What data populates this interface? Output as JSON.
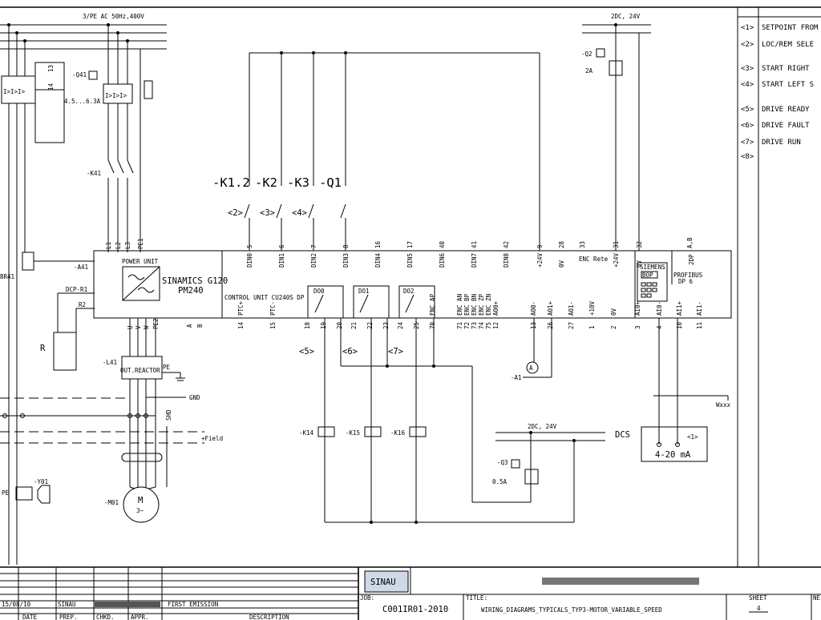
{
  "supply": {
    "main": "3/PE AC 50Hz,400V",
    "dc_top": "2DC, 24V",
    "dc_low": "2DC, 24V"
  },
  "legend": [
    {
      "ref": "<1>",
      "text": "SETPOINT FROM"
    },
    {
      "ref": "<2>",
      "text": "LOC/REM SELE"
    },
    {
      "ref": "<3>",
      "text": "START RIGHT"
    },
    {
      "ref": "<4>",
      "text": "START LEFT S"
    },
    {
      "ref": "<5>",
      "text": "DRIVE READY"
    },
    {
      "ref": "<6>",
      "text": "DRIVE FAULT"
    },
    {
      "ref": "<7>",
      "text": "DRIVE RUN"
    },
    {
      "ref": "<8>",
      "text": ""
    }
  ],
  "components": {
    "q41": "-Q41",
    "q41_range": "4.5...6.3A",
    "q2": "-Q2",
    "q2_rating": "2A",
    "q3": "-Q3",
    "q3_rating": "0.5A",
    "k41": "-K41",
    "a41": "-A41",
    "br41": "BR41",
    "dcp_r1": "DCP-R1",
    "r2": "R2",
    "r": "R",
    "l41": "-L41",
    "out_reactor": "OUT.REACTOR",
    "pe": "PE",
    "gnd": "GND",
    "field": "+Field",
    "shd": "SHD",
    "y01": "-Y01",
    "pe_brake": "PE",
    "m01": "-M01",
    "motor": "M",
    "motor_sub": "3~",
    "a1": "-A1",
    "ammeter": "A",
    "k14": "-K14",
    "k15": "-K15",
    "k16": "-K16",
    "dcs": "DCS",
    "dcs_ref": "<1>",
    "dcs_range": "4-20 mA",
    "wxxx": "Wxxx"
  },
  "switches": [
    {
      "tag": "-K1.2",
      "ref": "<2>"
    },
    {
      "tag": "-K2",
      "ref": "<3>"
    },
    {
      "tag": "-K3",
      "ref": "<4>"
    },
    {
      "tag": "-Q1",
      "ref": ""
    }
  ],
  "drive": {
    "power_unit": "POWER UNIT",
    "model": "SINAMICS G120",
    "pm": "PM240",
    "control_unit": "CONTROL UNIT CU240S DP",
    "bop_brand": "SIEMENS",
    "bop": "BOP",
    "profibus": "PROFIBUS",
    "profibus_port": "DP 6",
    "dp_label": "2DP",
    "do0": "DO0",
    "do1": "DO1",
    "do2": "DO2",
    "pins_top": [
      {
        "num": "5",
        "name": "DIN0"
      },
      {
        "num": "6",
        "name": "DIN1"
      },
      {
        "num": "7",
        "name": "DIN2"
      },
      {
        "num": "8",
        "name": "DIN3"
      },
      {
        "num": "16",
        "name": "DIN4"
      },
      {
        "num": "17",
        "name": "DIN5"
      },
      {
        "num": "40",
        "name": "DIN6"
      },
      {
        "num": "41",
        "name": "DIN7"
      },
      {
        "num": "42",
        "name": "DIN8"
      },
      {
        "num": "9",
        "name": "+24V"
      },
      {
        "num": "28",
        "name": "0V"
      },
      {
        "num": "33",
        "name": "ENC Rete"
      },
      {
        "num": "31",
        "name": "+24V"
      },
      {
        "num": "32",
        "name": "0V"
      },
      {
        "num": "A,B",
        "name": ""
      }
    ],
    "pins_power_top": [
      "L1",
      "L2",
      "L3",
      "PE1"
    ],
    "pins_power_bot": [
      "U",
      "V",
      "W",
      "PE2"
    ],
    "pins_br": [
      "A",
      "B"
    ],
    "pins_bottom": [
      {
        "num": "14",
        "name": "PTC+"
      },
      {
        "num": "15",
        "name": "PTC-"
      },
      {
        "num": "18",
        "name": ""
      },
      {
        "num": "19",
        "name": ""
      },
      {
        "num": "20",
        "name": ""
      },
      {
        "num": "21",
        "name": ""
      },
      {
        "num": "22",
        "name": ""
      },
      {
        "num": "23",
        "name": ""
      },
      {
        "num": "24",
        "name": ""
      },
      {
        "num": "25",
        "name": ""
      },
      {
        "num": "70",
        "name": "ENC AP"
      },
      {
        "num": "71",
        "name": "ENC AN"
      },
      {
        "num": "72",
        "name": "ENC BP"
      },
      {
        "num": "73",
        "name": "ENC BN"
      },
      {
        "num": "74",
        "name": "ENC ZP"
      },
      {
        "num": "75",
        "name": "ENC ZN"
      },
      {
        "num": "12",
        "name": "AO0+"
      },
      {
        "num": "13",
        "name": "AO0-"
      },
      {
        "num": "26",
        "name": "AO1+"
      },
      {
        "num": "27",
        "name": "AO1-"
      },
      {
        "num": "1",
        "name": "+10V"
      },
      {
        "num": "2",
        "name": "0V"
      },
      {
        "num": "3",
        "name": "AI0+"
      },
      {
        "num": "4",
        "name": "AI0-"
      },
      {
        "num": "10",
        "name": "AI1+"
      },
      {
        "num": "11",
        "name": "AI1-"
      }
    ],
    "relay_refs": [
      "<5>",
      "<6>",
      "<7>"
    ]
  },
  "title_block": {
    "rev": "15/08/10",
    "prep_by": "SINAU",
    "cols": {
      "date": "DATE",
      "prep": "PREP.",
      "chkd": "CHKD.",
      "appr": "APPR.",
      "desc": "DESCRIPTION"
    },
    "emission": "FIRST_EMISSION",
    "logo": "SINAU",
    "job_label": "JOB:",
    "job": "C001IR01-2010",
    "title_label": "TITLE:",
    "title": "WIRING_DIAGRAMS_TYPICALS_TYP3-MOTOR_VARIABLE_SPEED",
    "sheet_label": "SHEET",
    "sheet": "4",
    "next_label": "NE"
  }
}
